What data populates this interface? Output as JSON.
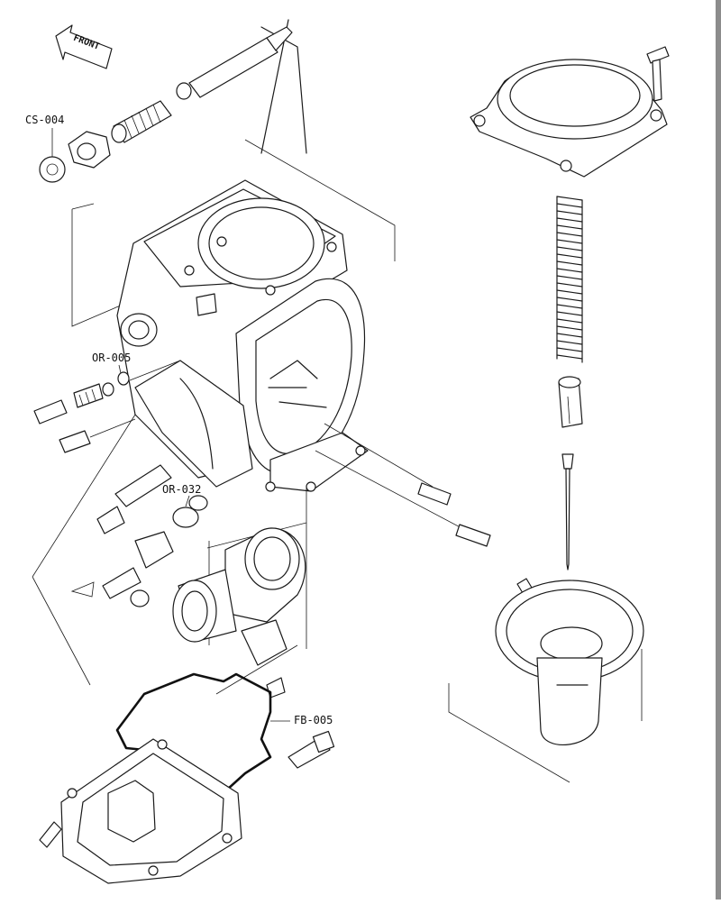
{
  "diagram": {
    "front_label": "FRONT",
    "part_labels": {
      "cs004": "CS-004",
      "or005": "OR-005",
      "or032": "OR-032",
      "fb005": "FB-005"
    }
  }
}
